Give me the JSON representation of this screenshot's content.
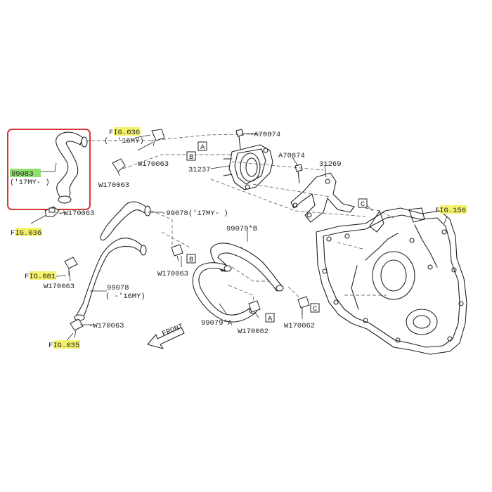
{
  "colors": {
    "highlight_box": "#d9343a",
    "fig_highlight": "#f4f26b",
    "part_highlight": "#8fe06e",
    "line": "#222222"
  },
  "labels": {
    "fig036_top_prefix": "F",
    "fig036_top_hl": "IG.036",
    "my16_top": "( -'16MY)",
    "w170063_top": "W170063",
    "w170063_upper_left": "W170063",
    "a70874_top": "A70874",
    "a70874_mid": "A70874",
    "box_a_top": "A",
    "box_b_top": "B",
    "p31237": "31237",
    "p31269": "31269",
    "box_c_right": "C",
    "fig156_prefix": "F",
    "fig156_hl": "IG.156",
    "p99083_hl": "99083",
    "my17_left": "('17MY-  )",
    "w170063_clamp_left": "W170063",
    "fig036_left_prefix": "F",
    "fig036_left_hl": "IG.036",
    "p99078_upper": "99078('17MY-  )",
    "p99079b": "99079*B",
    "box_b_mid": "B",
    "w170063_mid": "W170063",
    "fig081_prefix": "F",
    "fig081_hl": "IG.081",
    "w170063_fig081": "W170063",
    "p99078_lower": "99078",
    "my16_lower": "( -'16MY)",
    "w170063_lower": "W170063",
    "fig035_prefix": "F",
    "fig035_hl": "IG.035",
    "front": "FRONT",
    "p99079a": "99079*A",
    "box_a_lower": "A",
    "w170062_left": "W170062",
    "box_c_lower": "C",
    "w170062_right": "W170062"
  }
}
